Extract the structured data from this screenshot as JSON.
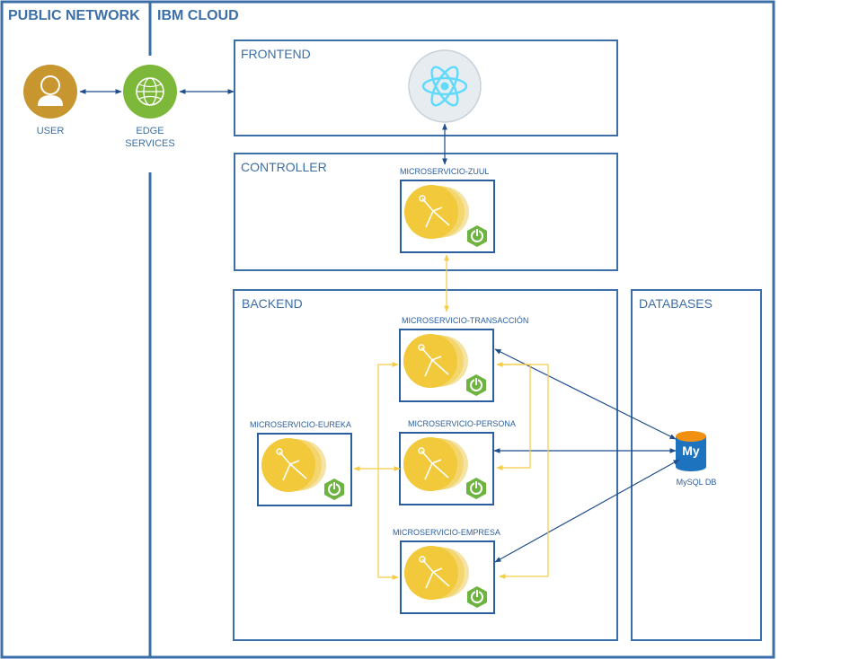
{
  "zones": {
    "public_network": "PUBLIC NETWORK",
    "ibm_cloud": "IBM CLOUD"
  },
  "boxes": {
    "frontend": "FRONTEND",
    "controller": "CONTROLLER",
    "backend": "BACKEND",
    "databases": "DATABASES"
  },
  "nodes": {
    "user": "USER",
    "edge_line1": "EDGE",
    "edge_line2": "SERVICES",
    "zuul": "MICROSERVICIO-ZUUL",
    "transaccion": "MICROSERVICIO-TRANSACCIÓN",
    "eureka": "MICROSERVICIO-EUREKA",
    "persona": "MICROSERVICIO-PERSONA",
    "empresa": "MICROSERVICIO-EMPRESA",
    "mysql": "MySQL DB",
    "mysql_logo": "My"
  },
  "colors": {
    "border": "#3C6FA8",
    "user_circle": "#C8962E",
    "edge_circle": "#7DB83A",
    "spring_yellow": "#F1C93B",
    "spring_green": "#6DB33F",
    "react_blue": "#61DAFB",
    "db_blue": "#1E73BE",
    "db_orange": "#F29111",
    "arrow_blue": "#1F4E8C",
    "arrow_yellow": "#F5CC45"
  }
}
